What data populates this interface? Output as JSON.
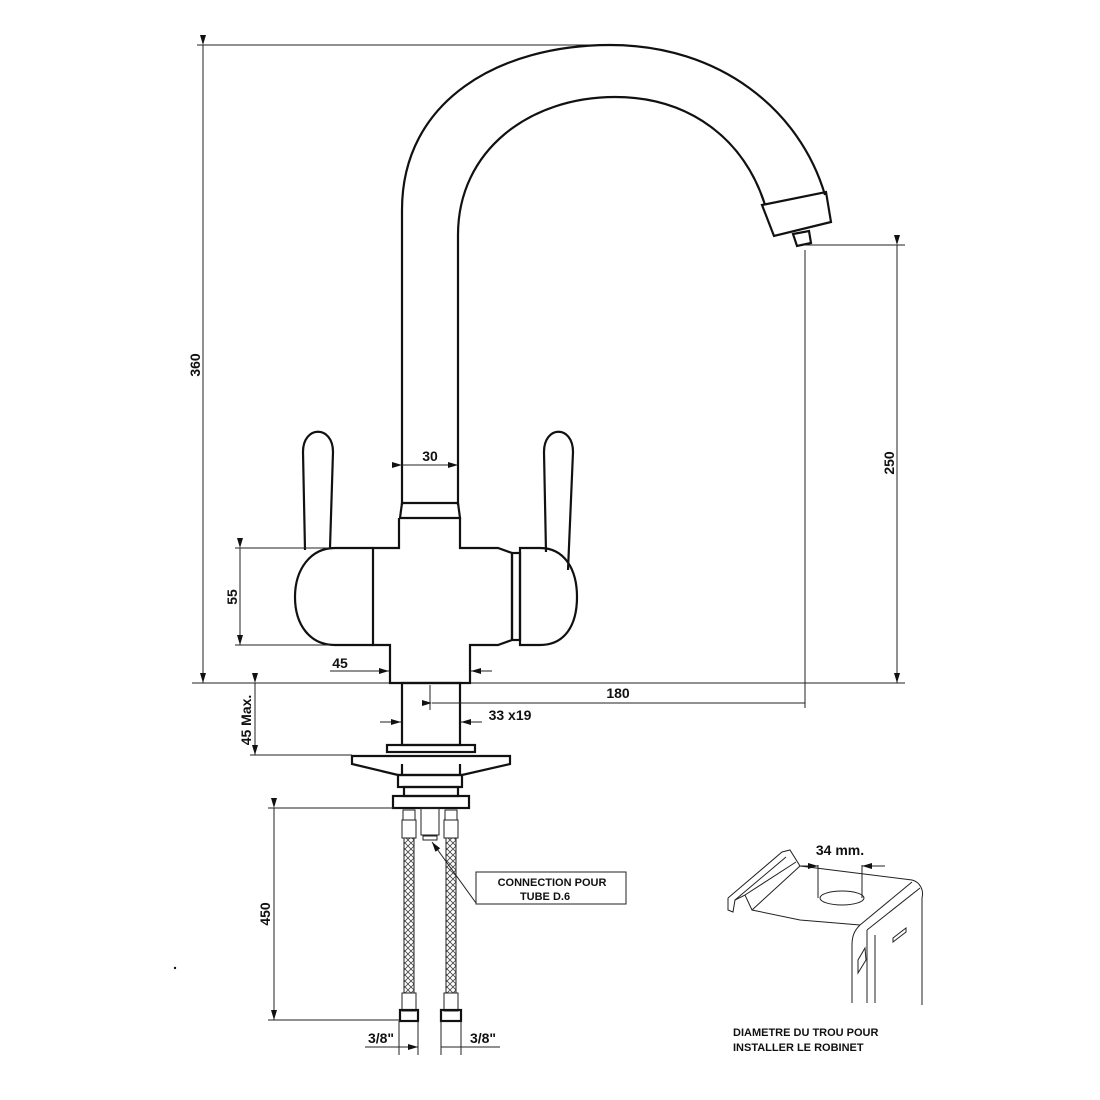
{
  "dimensions": {
    "total_height": "360",
    "spout_height": "250",
    "spout_width": "30",
    "body_height": "55",
    "body_offset": "45",
    "reach": "180",
    "shank": "33 x19",
    "max_counter": "45 Max.",
    "hose_length": "450",
    "hose_left": "3/8\"",
    "hose_right": "3/8\""
  },
  "callout": {
    "line1": "CONNECTION POUR",
    "line2": "TUBE D.6"
  },
  "sink": {
    "hole": "34 mm.",
    "caption_line1": "DIAMETRE DU TROU POUR",
    "caption_line2": "INSTALLER LE ROBINET"
  },
  "colors": {
    "line": "#111111",
    "background": "#ffffff"
  }
}
